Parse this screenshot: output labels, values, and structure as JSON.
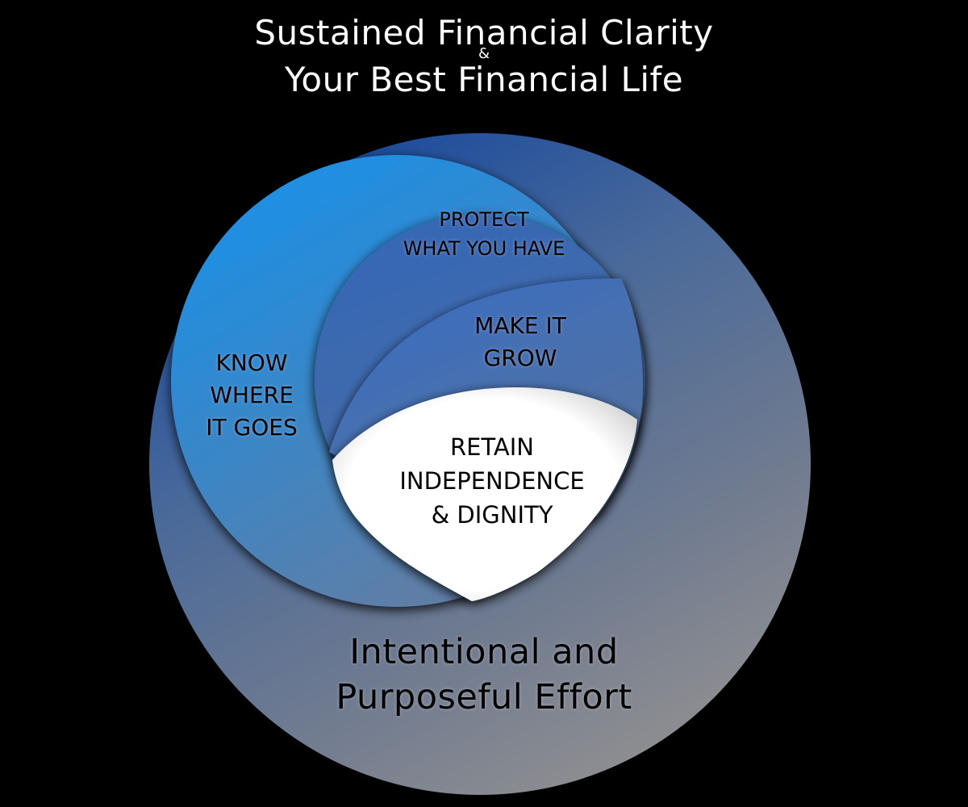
{
  "title": {
    "line1": "Sustained Financial Clarity",
    "amp": "&",
    "line2": "Your Best Financial Life"
  },
  "regions": {
    "protect": [
      "PROTECT",
      "WHAT YOU HAVE"
    ],
    "grow": [
      "MAKE IT",
      "GROW"
    ],
    "retain": [
      "RETAIN",
      "INDEPENDENCE",
      "& DIGNITY"
    ],
    "know": [
      "KNOW",
      "WHERE",
      "IT GOES"
    ],
    "effort": [
      "Intentional and",
      "Purposeful Effort"
    ]
  },
  "colors": {
    "background": "#000000",
    "outer_top": "#1f4fa0",
    "outer_bottom": "#8c8c8c",
    "inner_left": "#1e8fe0",
    "lens_blue": "#3f6fbf",
    "retain_fill": "#ffffff"
  }
}
